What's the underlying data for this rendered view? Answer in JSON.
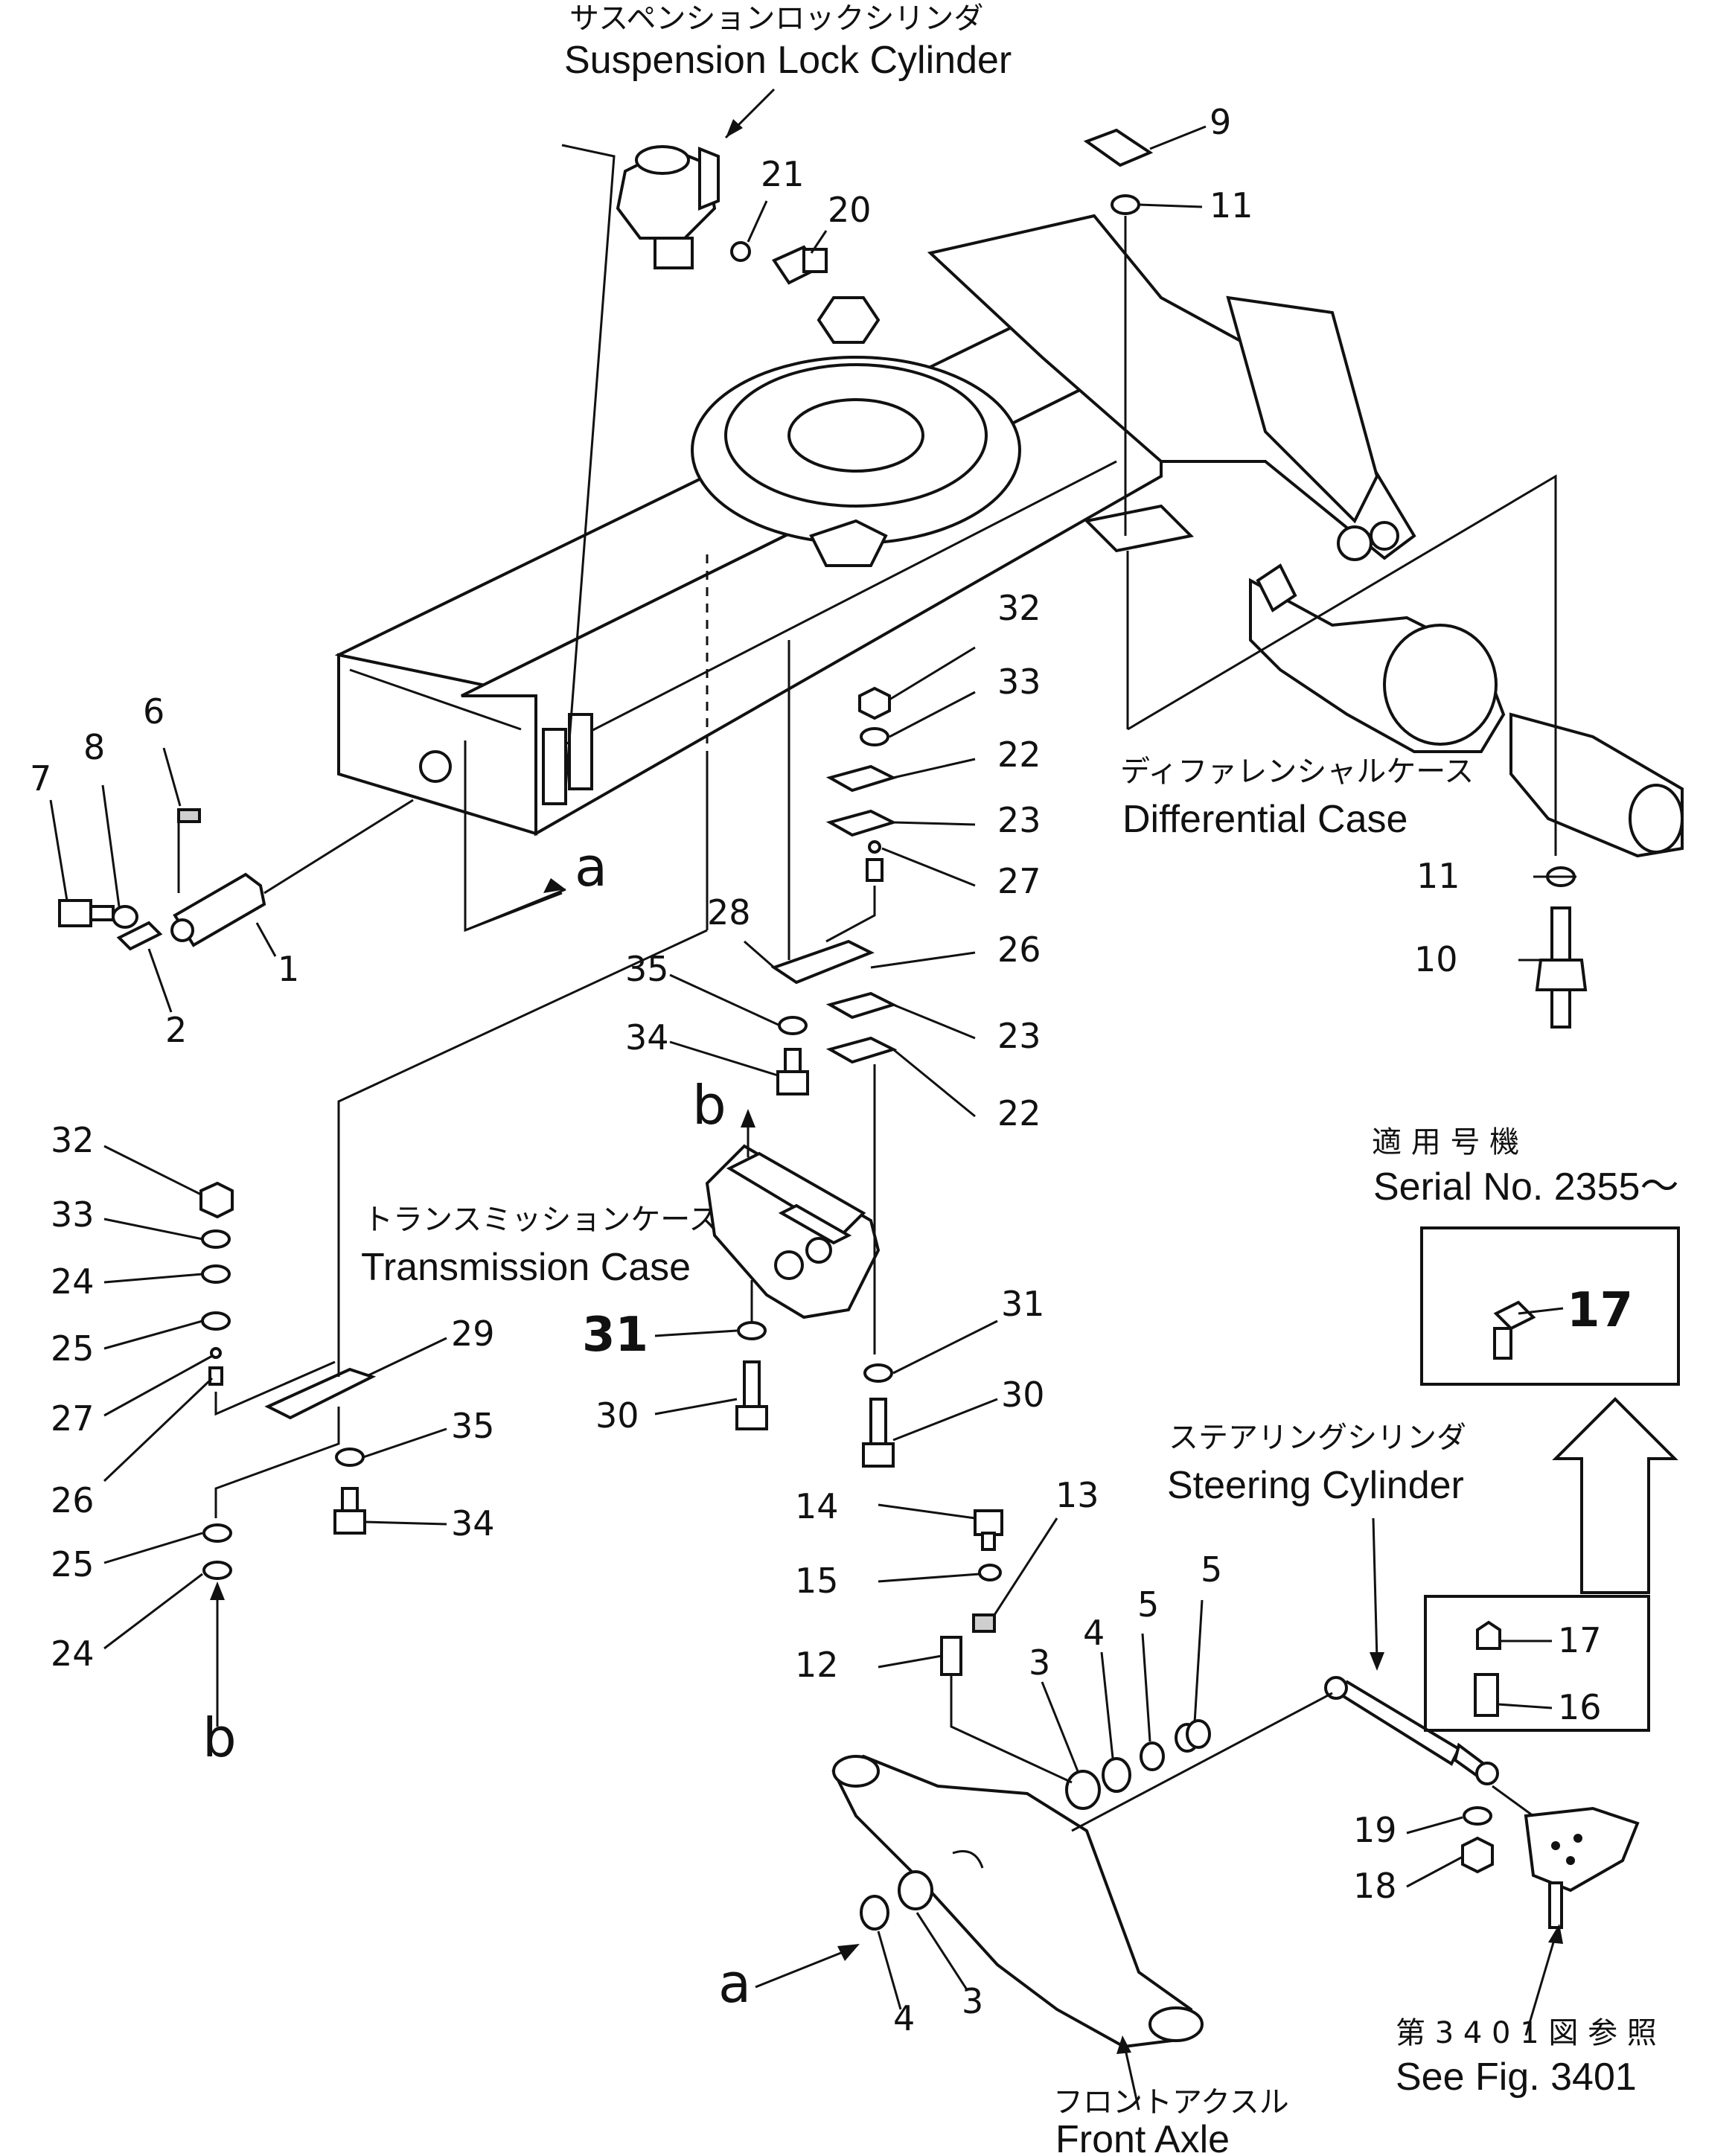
{
  "labels": {
    "suspension_lock_cylinder_jp": "サスペンションロックシリンダ",
    "suspension_lock_cylinder_en": "Suspension Lock Cylinder",
    "differential_case_jp": "ディファレンシャルケース",
    "differential_case_en": "Differential Case",
    "transmission_case_jp": "トランスミッションケース",
    "transmission_case_en": "Transmission Case",
    "steering_cylinder_jp": "ステアリングシリンダ",
    "steering_cylinder_en": "Steering Cylinder",
    "front_axle_jp": "フロントアクスル",
    "front_axle_en": "Front Axle",
    "serial_jp": "適 用 号 機",
    "serial_en": "Serial No. 2355～",
    "see_fig_jp": "第 3 4 0 1 図 参 照",
    "see_fig_en": "See Fig. 3401"
  },
  "refs": {
    "a": "a",
    "b": "b"
  },
  "parts": {
    "n1": "1",
    "n2": "2",
    "n3": "3",
    "n4": "4",
    "n5": "5",
    "n6": "6",
    "n7": "7",
    "n8": "8",
    "n9": "9",
    "n10": "10",
    "n11": "11",
    "n12": "12",
    "n13": "13",
    "n14": "14",
    "n15": "15",
    "n16": "16",
    "n17": "17",
    "n18": "18",
    "n19": "19",
    "n20": "20",
    "n21": "21",
    "n22": "22",
    "n23": "23",
    "n24": "24",
    "n25": "25",
    "n26": "26",
    "n27": "27",
    "n28": "28",
    "n29": "29",
    "n30": "30",
    "n31": "31",
    "n32": "32",
    "n33": "33",
    "n34": "34",
    "n35": "35"
  }
}
